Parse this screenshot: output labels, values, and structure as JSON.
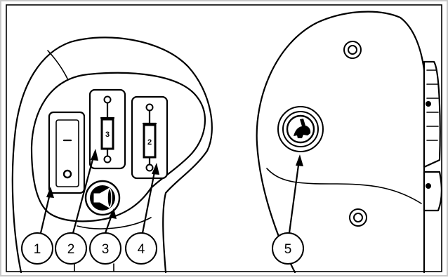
{
  "callouts": [
    {
      "label": "1"
    },
    {
      "label": "2"
    },
    {
      "label": "3"
    },
    {
      "label": "4"
    },
    {
      "label": "5"
    }
  ],
  "switches": {
    "cylinder_3_label": "3",
    "cylinder_2_label": "2"
  },
  "colors": {
    "line": "#000000",
    "background": "#ffffff",
    "frame": "#c8c8c8"
  }
}
